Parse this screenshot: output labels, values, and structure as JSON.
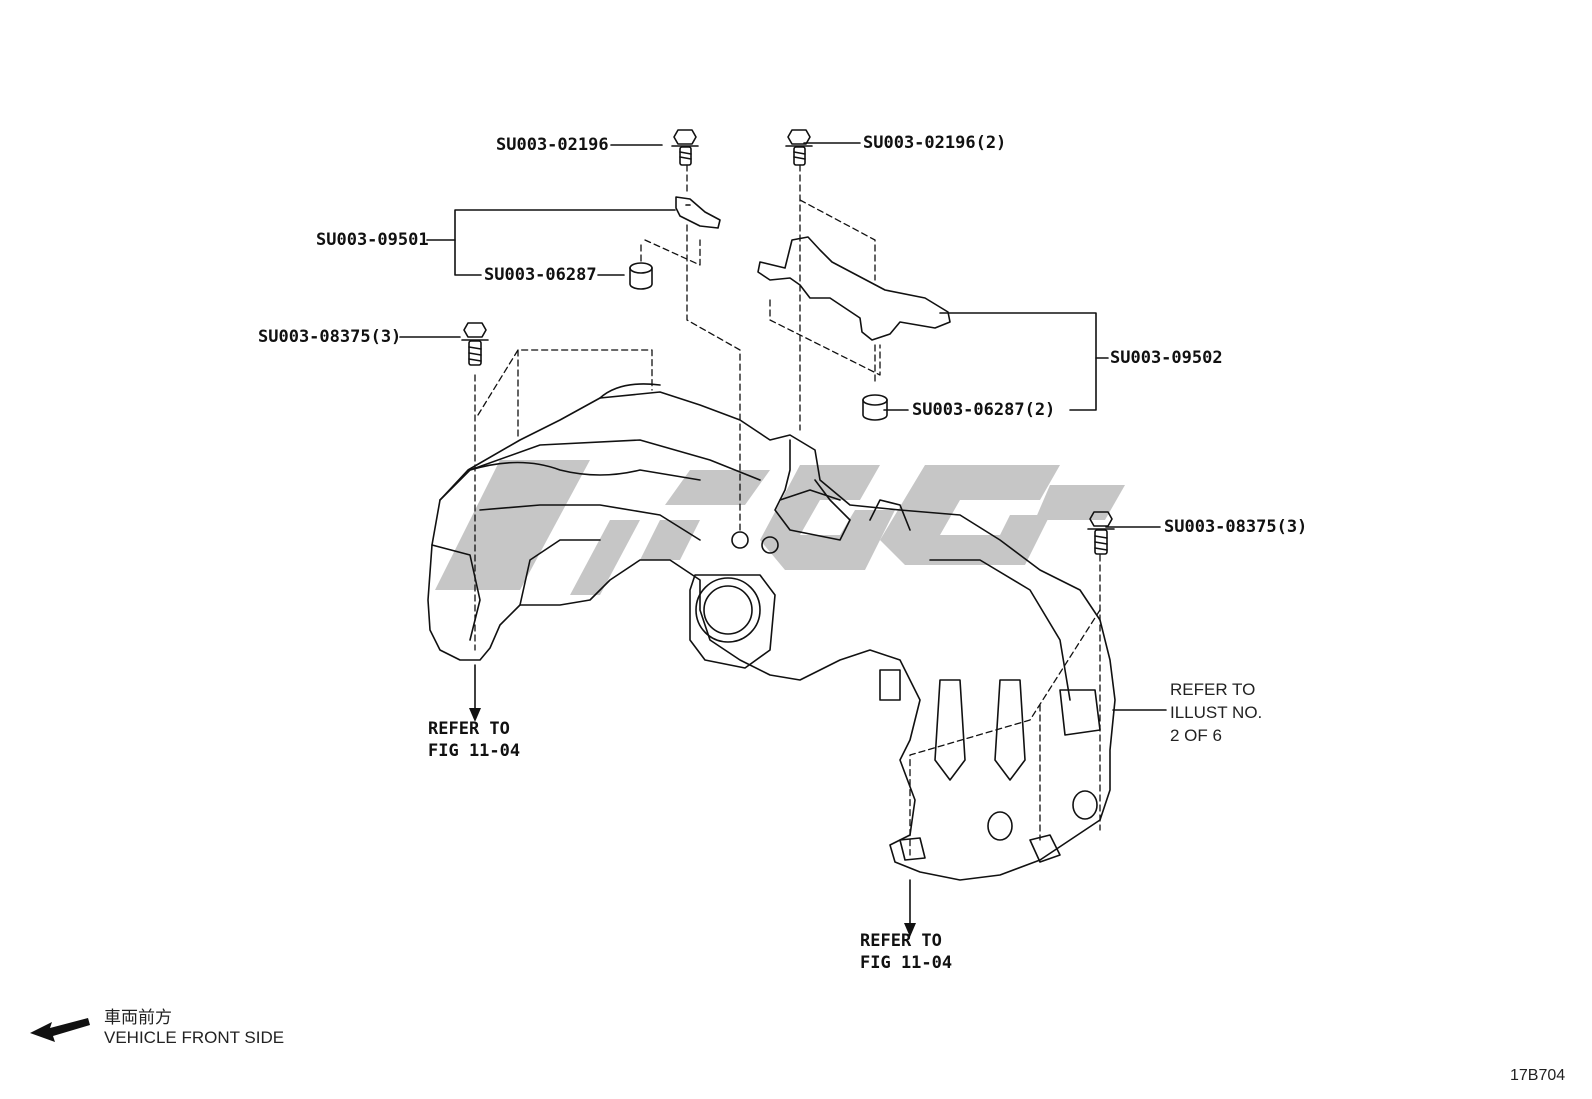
{
  "callouts": {
    "bolt_left_top": "SU003-02196",
    "bolt_right_top": "SU003-02196(2)",
    "bracket_left": "SU003-09501",
    "grommet_left": "SU003-06287",
    "bolt_manifold_left": "SU003-08375(3)",
    "bracket_right": "SU003-09502",
    "grommet_right": "SU003-06287(2)",
    "bolt_manifold_right": "SU003-08375(3)"
  },
  "references": {
    "left": {
      "line1": "REFER TO",
      "line2": "FIG 11-04"
    },
    "bottom": {
      "line1": "REFER TO",
      "line2": "FIG 11-04"
    },
    "illust": {
      "line1": "REFER TO",
      "line2": "ILLUST NO.",
      "line3": "2 OF 6"
    }
  },
  "orientation": {
    "japanese": "車両前方",
    "english": "VEHICLE FRONT SIDE"
  },
  "figure_code": "17B704",
  "colors": {
    "line": "#111111",
    "watermark": "#c4c4c4"
  }
}
